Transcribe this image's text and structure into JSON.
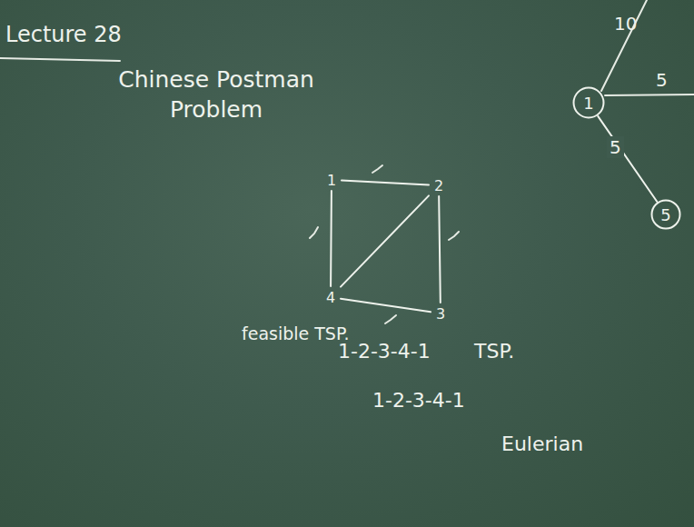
{
  "diagram": {
    "title": "Chinese Postman Problem",
    "nodes": [
      {
        "text": [
          "1"
        ]
      },
      {
        "text": [
          "2"
        ]
      },
      {
        "text": [
          "3"
        ]
      },
      {
        "text": [
          "4"
        ]
      },
      {
        "text": [
          "1"
        ]
      },
      {
        "text": [
          "5"
        ]
      }
    ],
    "edges": [
      {
        "from": 0,
        "to": 1,
        "arrow": "none"
      },
      {
        "from": 1,
        "to": 2,
        "arrow": "none"
      },
      {
        "from": 2,
        "to": 3,
        "arrow": "none"
      },
      {
        "from": 3,
        "to": 0,
        "arrow": "none"
      },
      {
        "from": 1,
        "to": 3,
        "arrow": "none"
      },
      {
        "from": 4,
        "to": 5,
        "label": "5",
        "arrow": "none"
      }
    ],
    "labels": [
      "Lecture 28",
      "10",
      "5",
      "feasible TSP.",
      "1-2-3-4-1",
      "TSP.",
      "1-2-3-4-1",
      "Eulerian"
    ]
  }
}
